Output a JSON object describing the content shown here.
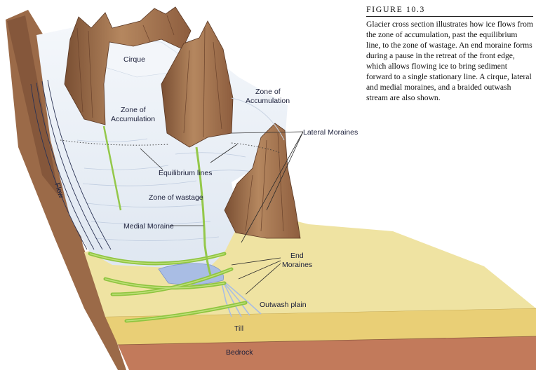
{
  "figure": {
    "heading": "FIGURE 10.3",
    "caption": "Glacier cross section illustrates how ice flows from the zone of accumulation, past the equilibrium line, to the zone of wastage. An end moraine forms during a pause in the retreat of the front edge, which allows flowing ice to bring sediment forward to a single stationary line. A cirque, lateral and medial moraines, and a braided outwash stream are also shown."
  },
  "labels": {
    "cirque": "Cirque",
    "zone_acc_center_1": "Zone of",
    "zone_acc_center_2": "Accumulation",
    "zone_acc_right_1": "Zone of",
    "zone_acc_right_2": "Accumulation",
    "lateral_moraines": "Lateral Moraines",
    "equilibrium_lines": "Equilibrium lines",
    "zone_of_wastage": "Zone of wastage",
    "medial_moraine": "Medial Moraine",
    "end_moraines_1": "End",
    "end_moraines_2": "Moraines",
    "outwash_plain": "Outwash plain",
    "flow": "Flow",
    "till": "Till",
    "bedrock": "Bedrock"
  },
  "colors": {
    "ice": "#e9eff6",
    "rock": "#a87a57",
    "moraine": "#9ccf47",
    "plain": "#efe3a2",
    "till": "#e9cf76",
    "bedrock": "#c27a5b",
    "water": "#a9bde4"
  }
}
